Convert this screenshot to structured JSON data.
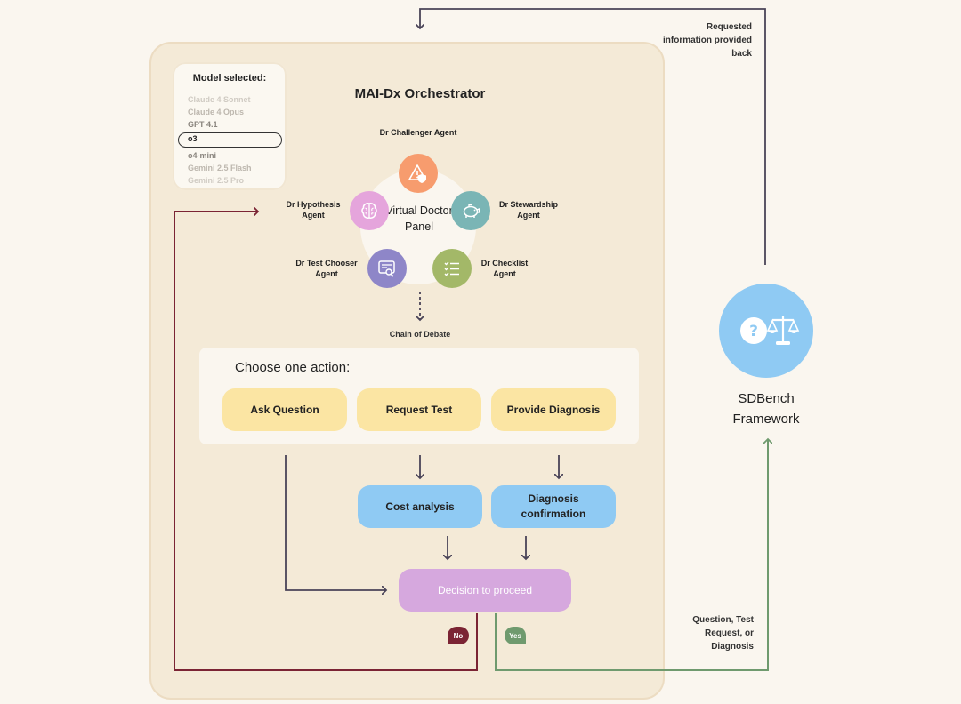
{
  "orchestrator": {
    "title": "MAI-Dx Orchestrator",
    "panel_label": "Virtual Doctor Panel"
  },
  "model_selector": {
    "title": "Model selected:",
    "options": [
      "Claude 4 Sonnet",
      "Claude 4 Opus",
      "GPT 4.1",
      "o3",
      "o4-mini",
      "Gemini 2.5 Flash",
      "Gemini 2.5 Pro"
    ],
    "selected": "o3"
  },
  "agents": {
    "challenger": {
      "label": "Dr Challenger Agent",
      "color": "#f79c6e",
      "icon": "warning-shield-icon"
    },
    "hypothesis": {
      "label": "Dr Hypothesis Agent",
      "color": "#e5a5dc",
      "icon": "brain-icon"
    },
    "stewardship": {
      "label": "Dr Stewardship Agent",
      "color": "#7ab5b5",
      "icon": "piggy-bank-icon"
    },
    "test_chooser": {
      "label": "Dr Test Chooser Agent",
      "color": "#8e86c8",
      "icon": "search-document-icon"
    },
    "checklist": {
      "label": "Dr Checklist Agent",
      "color": "#a3b868",
      "icon": "checklist-icon"
    }
  },
  "chain_label": "Chain of Debate",
  "actions": {
    "title": "Choose one action:",
    "ask_question": "Ask Question",
    "request_test": "Request Test",
    "provide_diagnosis": "Provide Diagnosis"
  },
  "processing": {
    "cost_analysis": "Cost analysis",
    "diagnosis_confirmation": "Diagnosis confirmation",
    "decision": "Decision to proceed"
  },
  "badges": {
    "no": "No",
    "yes": "Yes"
  },
  "sdbench": {
    "label": "SDBench Framework",
    "icon": "question-scales-icon"
  },
  "notes": {
    "requested_info": "Requested information provided back",
    "question_request": "Question, Test Request, or Diagnosis"
  },
  "colors": {
    "no_loop": "#7b2434",
    "yes_path": "#6f9a6e",
    "neutral_arrow": "#4a4458"
  }
}
